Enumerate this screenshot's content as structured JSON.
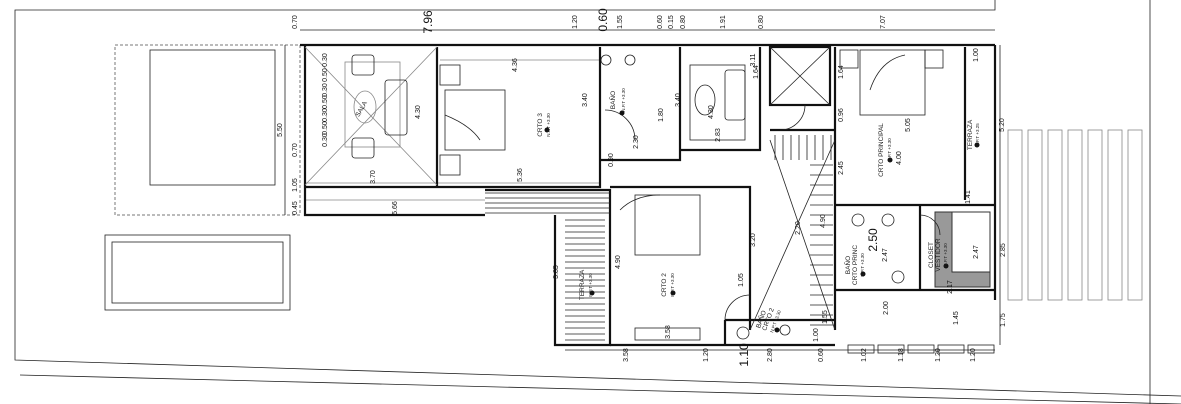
{
  "title": "Segunda planta - plano arquitectónico",
  "level": "N.P.T +3.30",
  "level_terrace": "N.P.T +3.25",
  "rooms": {
    "sala": "SALA",
    "crto3": "CRTO 3",
    "bano": "BAÑO",
    "crto_principal": "CRTO PRINCIPAL",
    "terraza_upper": "TERRAZA",
    "crto2": "CRTO 2",
    "terraza_lower": "TERRAZA",
    "bano_principal": [
      "BAÑO",
      "CRTO PRINC"
    ],
    "closet": [
      "CLOSET",
      "VESTIDOR"
    ],
    "bano_crto2": [
      "BAÑO",
      "CRTO 2"
    ]
  },
  "dims": [
    "0.70",
    "7.96",
    "1.20",
    "0.60",
    "1.55",
    "0.60",
    "0.15",
    "0.80",
    "1.91",
    "0.80",
    "7.07",
    "5.50",
    "0.70",
    "1.05",
    "0.45",
    "4.36",
    "4.30",
    "3.70",
    "5.36",
    "5.66",
    "3.40",
    "3.40",
    "1.80",
    "2.30",
    "0.90",
    "4.30",
    "2.83",
    "3.11",
    "1.64",
    "1.64",
    "0.96",
    "5.05",
    "4.00",
    "2.45",
    "1.00",
    "5.20",
    "1.41",
    "2.85",
    "1.75",
    "3.85",
    "4.90",
    "3.20",
    "1.05",
    "3.58",
    "3.58",
    "1.20",
    "1.10",
    "2.80",
    "0.60",
    "1.02",
    "1.18",
    "1.20",
    "1.20",
    "2.50",
    "2.47",
    "2.47",
    "2.17",
    "2.00",
    "1.45",
    "1.55",
    "1.00",
    "4.90",
    "2.20",
    "0.30",
    "0.50",
    "0.30",
    "0.50",
    "0.30",
    "0.50",
    "0.30"
  ]
}
